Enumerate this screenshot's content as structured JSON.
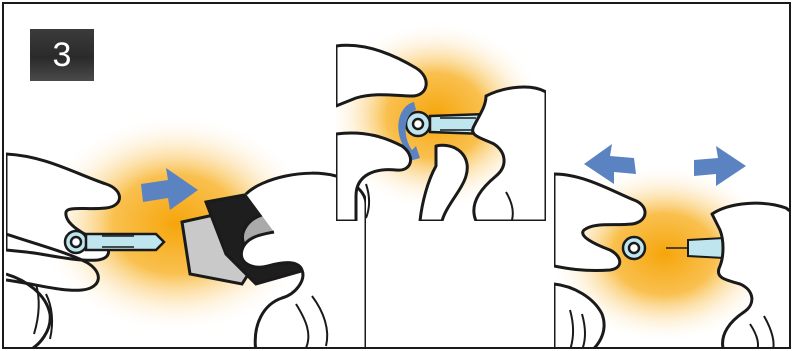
{
  "step": {
    "number": "3"
  },
  "colors": {
    "glow": "#f6a50a",
    "arrow": "#5b83c2",
    "lancet": "#bfe6ef",
    "outline": "#1a1a1a",
    "cap_dark": "#1e1e1e",
    "cap_light": "#c9c9c9"
  },
  "panels": [
    {
      "icon": "insert-lancet-illustration",
      "arrows": [
        "arrow-right-icon"
      ]
    },
    {
      "icon": "twist-cap-illustration",
      "arrows": [
        "rotate-icon"
      ]
    },
    {
      "icon": "pull-cap-off-illustration",
      "arrows": [
        "arrow-left-icon",
        "arrow-right-icon"
      ]
    }
  ]
}
